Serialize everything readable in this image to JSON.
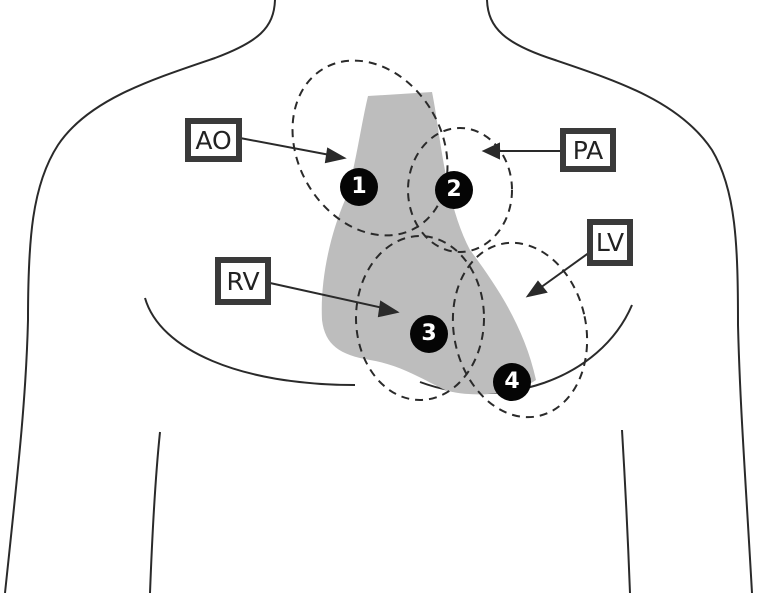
{
  "labels": {
    "ao": "AO",
    "pa": "PA",
    "lv": "LV",
    "rv": "RV"
  },
  "markers": [
    "1",
    "2",
    "3",
    "4"
  ],
  "colors": {
    "heart_fill": "#bdbdbd",
    "outline": "#2a2a2a",
    "label_border": "#3a3a3a",
    "marker_fill": "#050505"
  }
}
